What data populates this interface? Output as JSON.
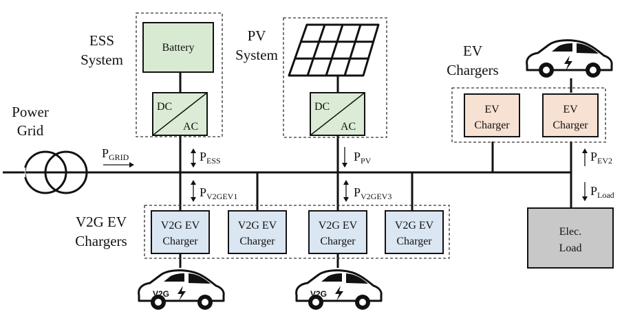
{
  "labels": {
    "power_grid": [
      "Power",
      "Grid"
    ],
    "ess_system": [
      "ESS",
      "System"
    ],
    "pv_system": [
      "PV",
      "System"
    ],
    "ev_chargers": [
      "EV",
      "Chargers"
    ],
    "v2g_ev_chargers": [
      "V2G EV",
      "Chargers"
    ]
  },
  "boxes": {
    "battery": "Battery",
    "converter_dc": "DC",
    "converter_ac": "AC",
    "ev_charger": [
      "EV",
      "Charger"
    ],
    "v2g_charger": [
      "V2G EV",
      "Charger"
    ],
    "elec_load": [
      "Elec.",
      "Load"
    ]
  },
  "flows": {
    "grid": {
      "main": "P",
      "sub": "GRID"
    },
    "ess": {
      "main": "P",
      "sub": "ESS"
    },
    "pv": {
      "main": "P",
      "sub": "PV"
    },
    "ev2": {
      "main": "P",
      "sub": "EV2"
    },
    "load": {
      "main": "P",
      "sub": "Load"
    },
    "v2gev1": {
      "main": "P",
      "sub": "V2GEV1"
    },
    "v2gev3": {
      "main": "P",
      "sub": "V2GEV3"
    }
  },
  "car_tag": "V2G",
  "colors": {
    "converter_fill": "#dcebd6",
    "battery_fill": "#d9ead3",
    "ev_charger_fill": "#f7e1d3",
    "v2g_charger_fill": "#dbe6f3",
    "load_fill": "#c8c8c8"
  }
}
